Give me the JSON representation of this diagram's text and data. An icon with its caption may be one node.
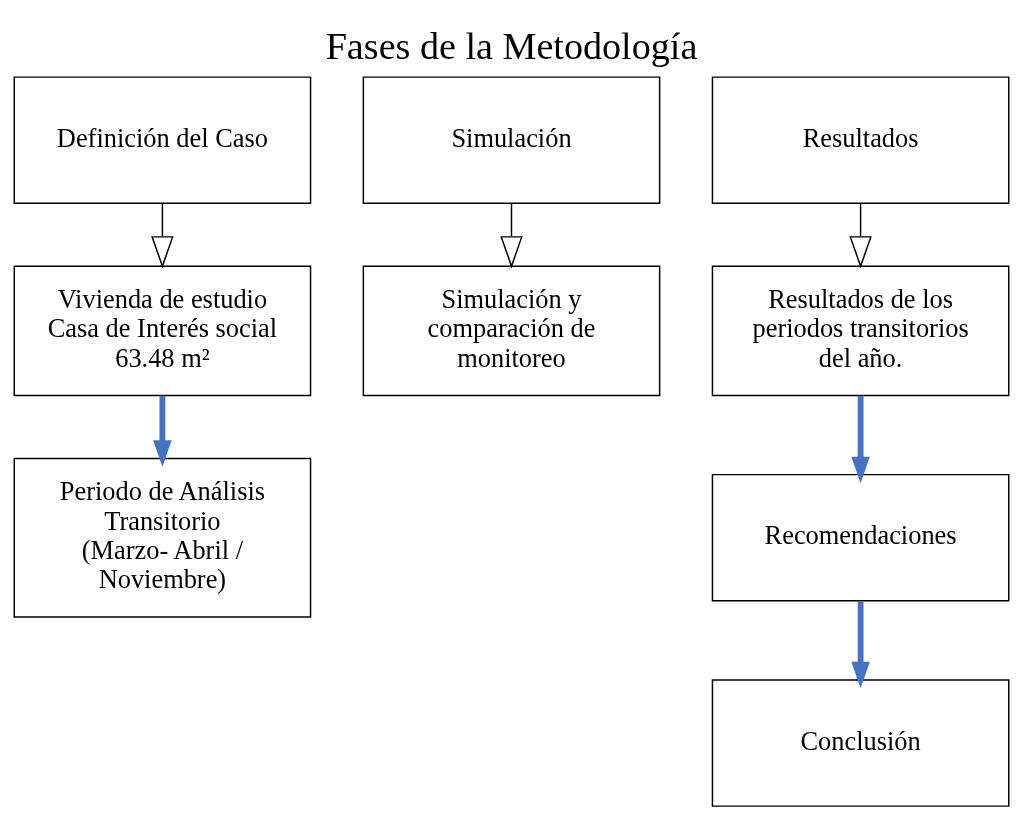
{
  "diagram": {
    "title": "Fases de la Metodología",
    "nodes": [
      {
        "text": [
          "Definición del Caso"
        ]
      },
      {
        "text": [
          "Simulación"
        ]
      },
      {
        "text": [
          "Resultados"
        ]
      },
      {
        "text": [
          "Vivienda de estudio",
          "Casa de Interés social",
          "63.48 m²"
        ]
      },
      {
        "text": [
          "Simulación y comparación de monitoreo"
        ]
      },
      {
        "text": [
          "Resultados de los periodos transitorios del año."
        ]
      },
      {
        "text": [
          "Periodo de Análisis Transitorio",
          "(Marzo- Abril / Noviembre)"
        ]
      },
      {
        "text": [
          "Recomendaciones"
        ]
      },
      {
        "text": [
          "Conclusión"
        ]
      }
    ],
    "edges": [
      {
        "from": 0,
        "to": 3,
        "arrow": "to"
      },
      {
        "from": 1,
        "to": 4,
        "arrow": "to"
      },
      {
        "from": 2,
        "to": 5,
        "arrow": "to"
      },
      {
        "from": 3,
        "to": 6,
        "arrow": "to",
        "style": "thick",
        "color": "#4472c4"
      },
      {
        "from": 5,
        "to": 7,
        "arrow": "to",
        "style": "thick",
        "color": "#4472c4"
      },
      {
        "from": 7,
        "to": 8,
        "arrow": "to",
        "style": "thick",
        "color": "#4472c4"
      }
    ]
  }
}
